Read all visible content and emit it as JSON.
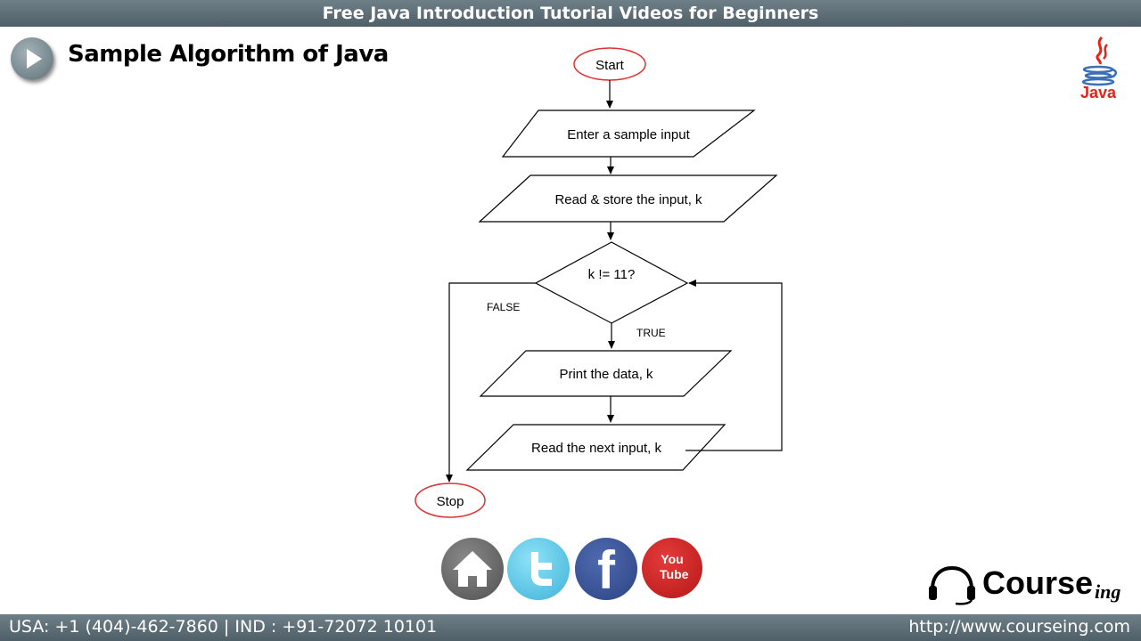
{
  "header": {
    "title": "Free Java Introduction Tutorial Videos for  Beginners"
  },
  "slide": {
    "title": "Sample Algorithm of Java"
  },
  "logo": {
    "text": "Java"
  },
  "flowchart": {
    "start": "Start",
    "input": "Enter a sample input",
    "read_store": "Read & store the input, k",
    "condition": "k != 11?",
    "false_label": "FALSE",
    "true_label": "TRUE",
    "print": "Print the data, k",
    "read_next": "Read the next input, k",
    "stop": "Stop"
  },
  "social": {
    "youtube_line1": "You",
    "youtube_line2": "Tube",
    "facebook_letter": "f"
  },
  "brand": {
    "main": "Course",
    "suffix": "ing"
  },
  "footer": {
    "contact": "USA: +1 (404)-462-7860  | IND : +91-72072 10101",
    "website": "http://www.courseing.com"
  }
}
